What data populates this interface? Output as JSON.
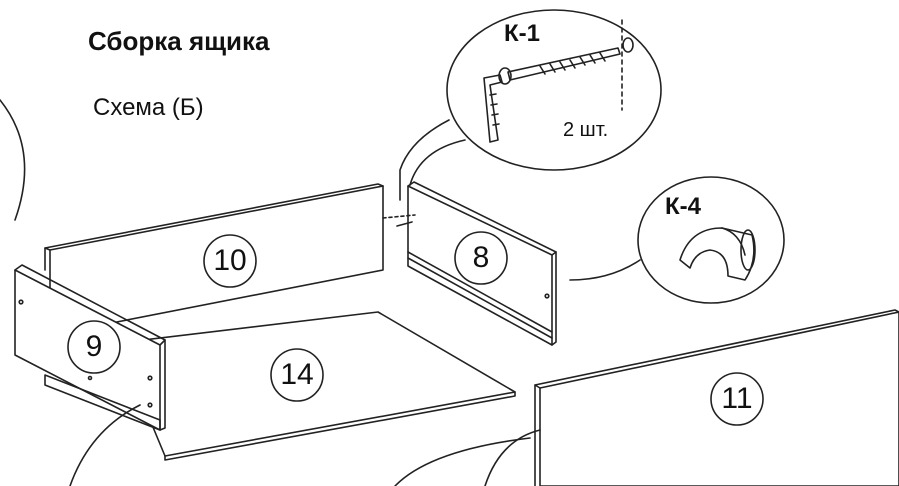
{
  "title": "Сборка ящика",
  "subtitle": "Схема (Б)",
  "callouts": {
    "k1": {
      "label": "К-1",
      "quantity": "2 шт.",
      "icon": "confirmat-screw-and-hex-key-icon"
    },
    "k4": {
      "label": "К-4",
      "icon": "cam-cap-icon"
    }
  },
  "parts": [
    {
      "id": "10"
    },
    {
      "id": "8"
    },
    {
      "id": "9"
    },
    {
      "id": "14"
    },
    {
      "id": "11"
    }
  ]
}
